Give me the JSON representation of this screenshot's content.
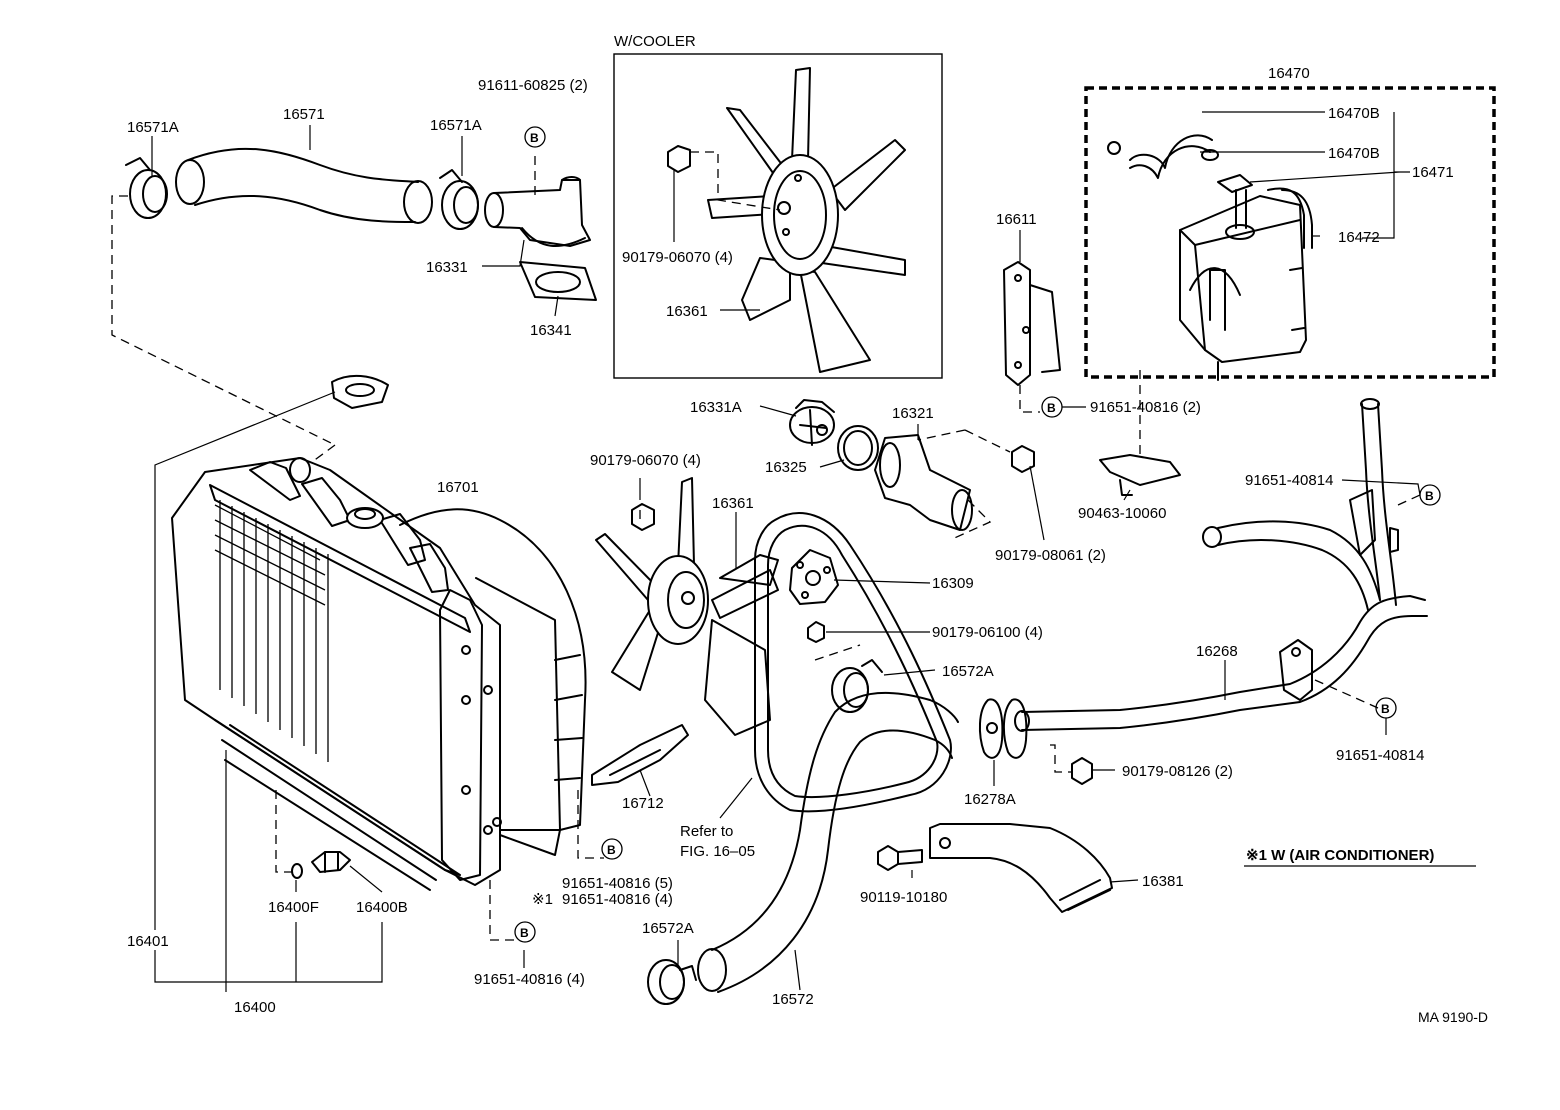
{
  "insets": {
    "cooler": "W/COOLER",
    "reservoir": "16470"
  },
  "labels": {
    "p16571A_left": "16571A",
    "p16571": "16571",
    "p16571A_right": "16571A",
    "p91611": "91611-60825 (2)",
    "p16331": "16331",
    "p16341": "16341",
    "p90179_06070_inset": "90179-06070 (4)",
    "p16361_inset": "16361",
    "p16611": "16611",
    "p16470B_a": "16470B",
    "p16470B_b": "16470B",
    "p16471": "16471",
    "p16472": "16472",
    "p91651_40816_2": "91651-40816 (2)",
    "p16331A": "16331A",
    "p16321": "16321",
    "p16325": "16325",
    "p90463": "90463-10060",
    "p90179_06070": "90179-06070 (4)",
    "p16361": "16361",
    "p16701": "16701",
    "p90179_08061": "90179-08061 (2)",
    "p91651_40814_a": "91651-40814",
    "p16309": "16309",
    "p90179_06100": "90179-06100 (4)",
    "p16572A_top": "16572A",
    "p16268": "16268",
    "p91651_40814_b": "91651-40814",
    "p90179_08126": "90179-08126 (2)",
    "p16278A": "16278A",
    "p16712": "16712",
    "refer_to": "Refer to",
    "refer_fig": "FIG. 16–05",
    "p91651_40816_5": "91651-40816 (5)",
    "p91651_40816_4a_mark": "※1",
    "p91651_40816_4a": "91651-40816 (4)",
    "p16400F": "16400F",
    "p16400B": "16400B",
    "p16401": "16401",
    "p16400": "16400",
    "p91651_40816_4b": "91651-40816 (4)",
    "p16572A_bottom": "16572A",
    "p16572": "16572",
    "p90119": "90119-10180",
    "p16381": "16381",
    "note_ac": "※1 W (AIR CONDITIONER)",
    "code": "MA 9190-D"
  },
  "bolt_mark": "B"
}
